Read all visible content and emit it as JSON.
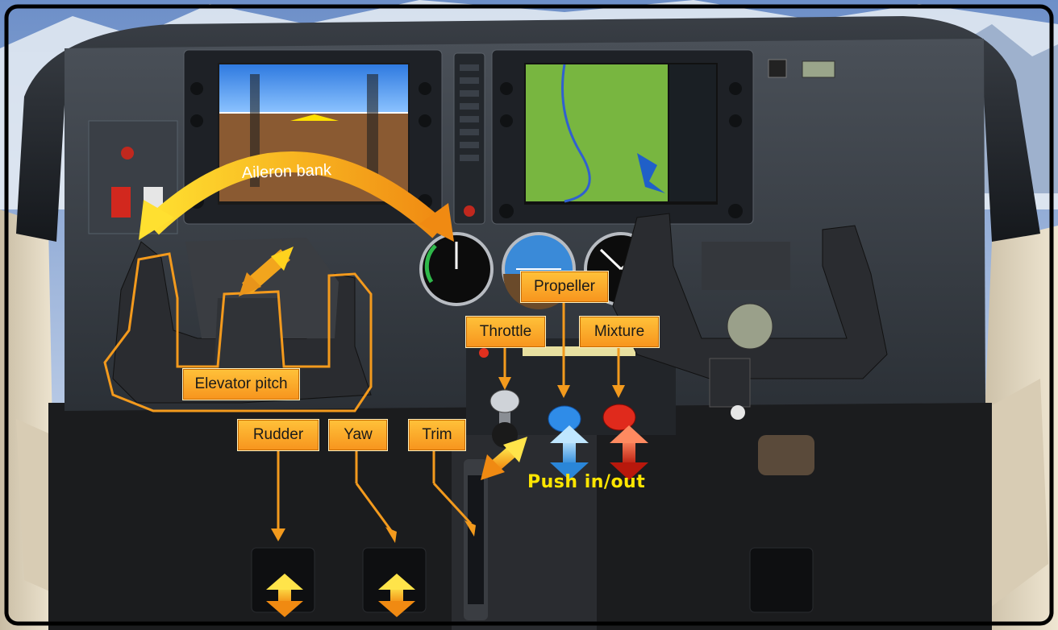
{
  "labels": {
    "aileron_bank": "Aileron bank",
    "elevator_pitch": "Elevator pitch",
    "rudder": "Rudder",
    "yaw": "Yaw",
    "trim": "Trim",
    "throttle": "Throttle",
    "propeller": "Propeller",
    "mixture": "Mixture",
    "push": "Push in/out"
  },
  "colors": {
    "label_fill": "#f7941d",
    "arrow_yellow": "#ffd21e",
    "arrow_blue": "#3aa8f0",
    "arrow_red": "#e0301e",
    "text_yellow": "#ffe600"
  },
  "icons": [
    "yoke",
    "pfd-screen",
    "mfd-screen",
    "airspeed-gauge",
    "attitude-gauge",
    "altimeter-gauge",
    "throttle-knob",
    "propeller-knob",
    "mixture-knob",
    "rudder-pedal"
  ]
}
